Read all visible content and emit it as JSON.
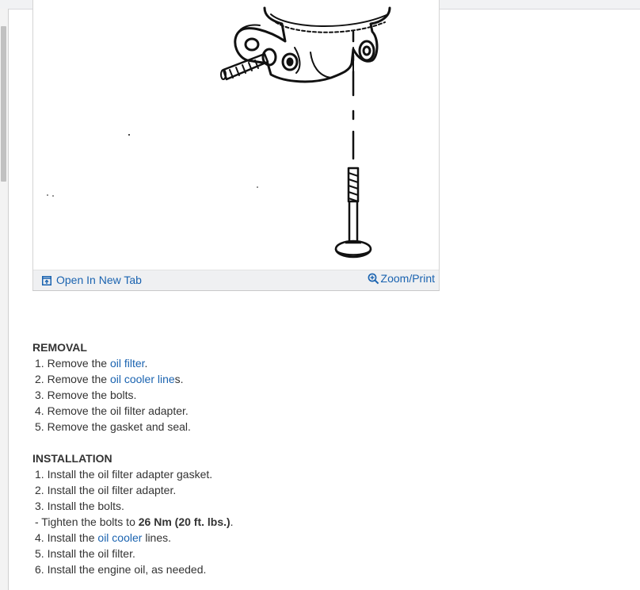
{
  "figure": {
    "open_new_tab_label": "Open In New Tab",
    "zoom_print_label": "Zoom/Print"
  },
  "removal": {
    "title": "REMOVAL",
    "steps": [
      {
        "num": "1.",
        "before": "Remove the",
        "link": "oil filter",
        "after": "."
      },
      {
        "num": "2.",
        "before": "Remove the",
        "link": "oil cooler line",
        "after": "s."
      },
      {
        "num": "3.",
        "text": "Remove the bolts."
      },
      {
        "num": "4.",
        "text": "Remove the oil filter adapter."
      },
      {
        "num": "5.",
        "text": "Remove the gasket and seal."
      }
    ]
  },
  "installation": {
    "title": "INSTALLATION",
    "steps": [
      {
        "num": "1.",
        "text": "Install the oil filter adapter gasket."
      },
      {
        "num": "2.",
        "text": "Install the oil filter adapter."
      },
      {
        "num": "3.",
        "text": "Install the bolts."
      },
      {
        "num": "4.",
        "before": "Install the",
        "link": "oil cooler",
        "after": "lines."
      },
      {
        "num": "5.",
        "text": "Install the oil filter."
      },
      {
        "num": "6.",
        "text": "Install the engine oil, as needed."
      }
    ],
    "substep": {
      "prefix": "-  Tighten the bolts to",
      "torque": "26 Nm (20 ft. lbs.)",
      "suffix": "."
    }
  }
}
